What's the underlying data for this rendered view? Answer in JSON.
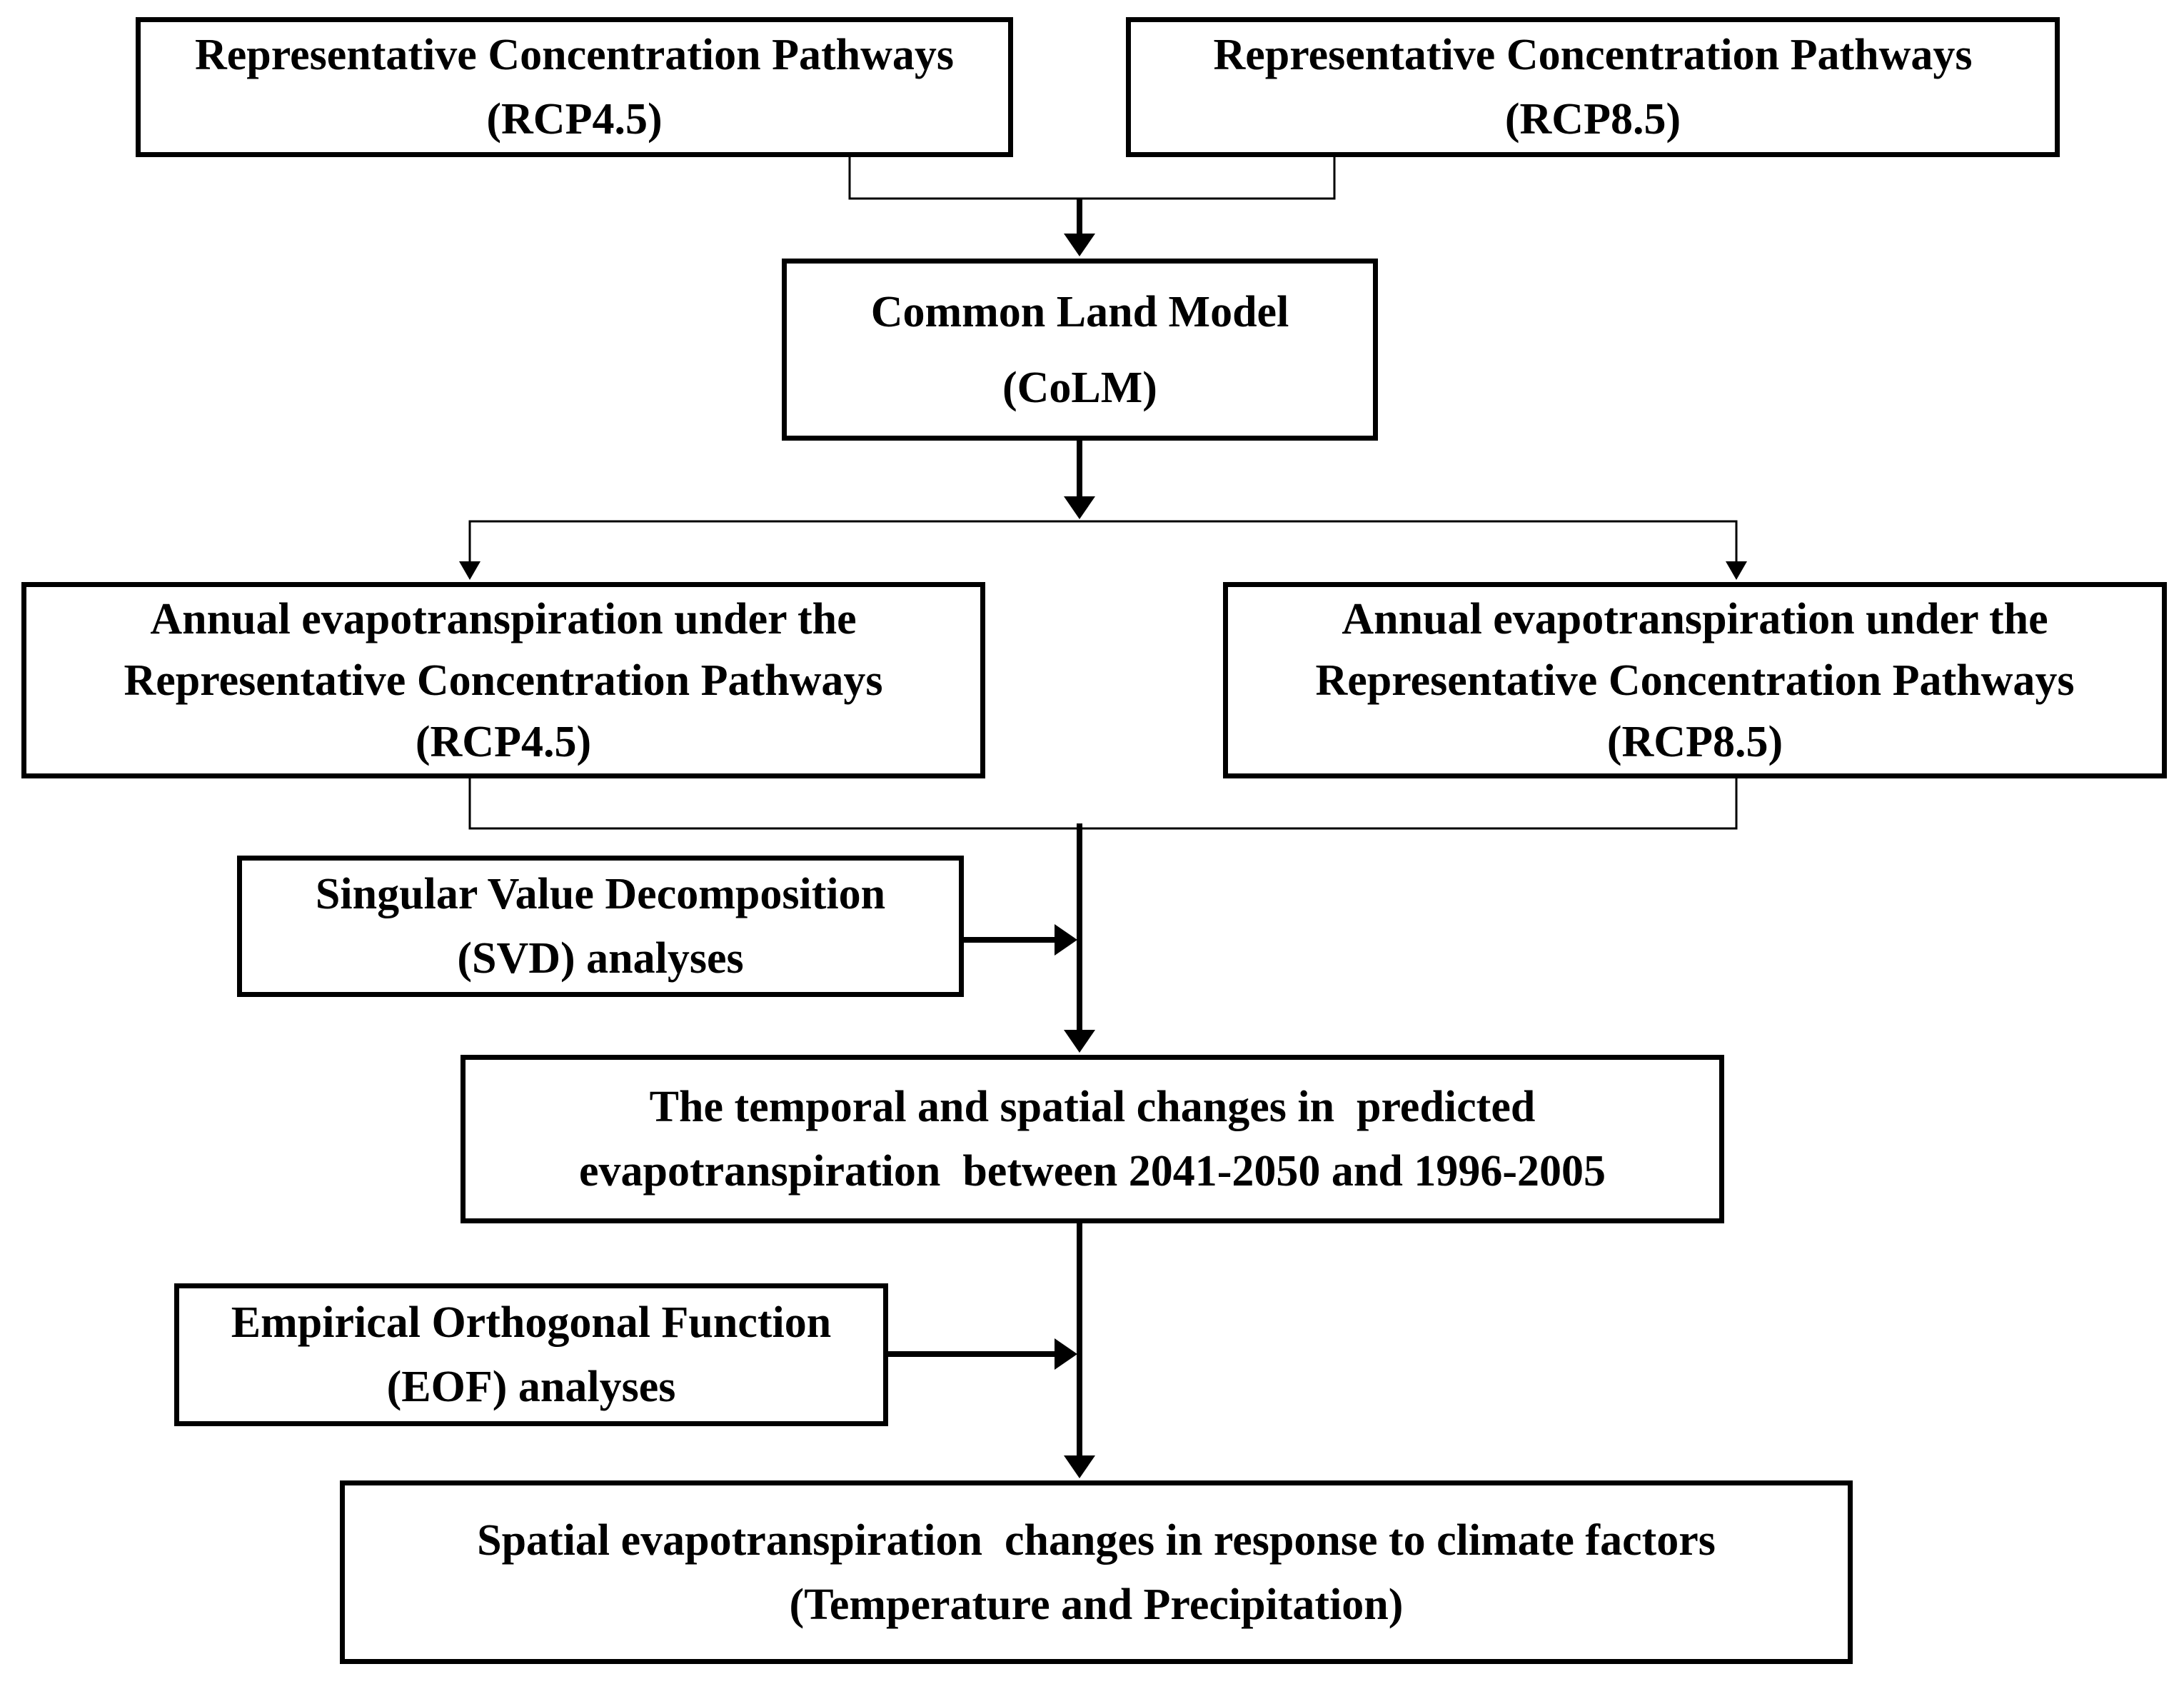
{
  "diagram": {
    "title": "Flowchart of evapotranspiration prediction methodology",
    "colors": {
      "background": "#ffffff",
      "stroke": "#000000",
      "text": "#000000"
    },
    "boxes": {
      "rcp45": {
        "line1": "Representative Concentration Pathways",
        "line2": "(RCP4.5)"
      },
      "rcp85": {
        "line1": "Representative Concentration Pathways",
        "line2": "(RCP8.5)"
      },
      "colm": {
        "line1": "Common Land Model",
        "line2": "(CoLM)"
      },
      "evap45": {
        "line1": "Annual evapotranspiration under the",
        "line2": "Representative Concentration Pathways",
        "line3": "(RCP4.5)"
      },
      "evap85": {
        "line1": "Annual evapotranspiration under the",
        "line2": "Representative Concentration Pathways",
        "line3": "(RCP8.5)"
      },
      "svd": {
        "line1": "Singular Value Decomposition",
        "line2": "(SVD) analyses"
      },
      "temporal": {
        "line1": "The temporal and spatial changes in  predicted",
        "line2": "evapotranspiration  between 2041-2050 and 1996-2005"
      },
      "eof": {
        "line1": "Empirical Orthogonal Function",
        "line2": "(EOF) analyses"
      },
      "spatial": {
        "line1": "Spatial evapotranspiration  changes in response to climate factors",
        "line2": "(Temperature and Precipitation)"
      }
    }
  }
}
